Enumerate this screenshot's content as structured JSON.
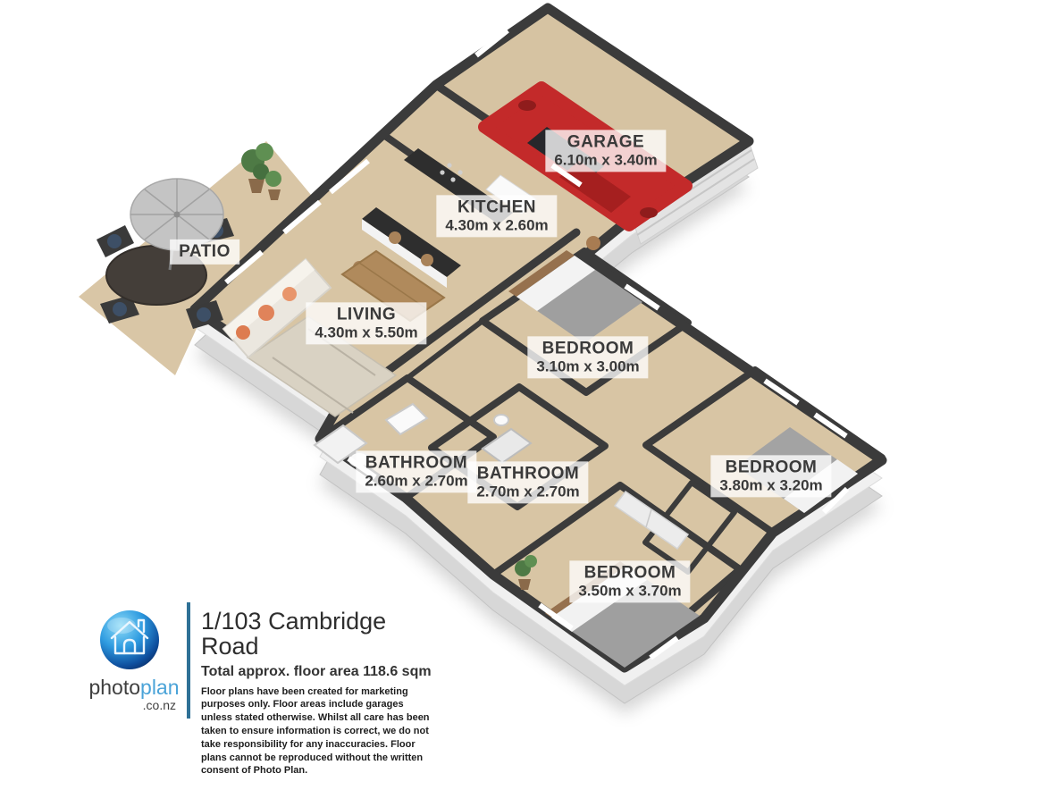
{
  "address": {
    "title": "1/103 Cambridge Road",
    "area_line": "Total approx. floor area 118.6 sqm",
    "disclaimer": "Floor plans have been created for marketing purposes only. Floor areas include garages unless stated otherwise. Whilst all care has been taken to ensure information is correct, we do not take responsibility for any inaccuracies. Floor plans cannot be reproduced without the written consent of Photo Plan."
  },
  "logo": {
    "icon": "house-icon",
    "brand_primary": "photo",
    "brand_secondary": "plan",
    "domain": ".co.nz"
  },
  "rooms": [
    {
      "id": "garage",
      "name": "GARAGE",
      "dims": "6.10m x 3.40m"
    },
    {
      "id": "kitchen",
      "name": "KITCHEN",
      "dims": "4.30m x 2.60m"
    },
    {
      "id": "patio",
      "name": "PATIO",
      "dims": ""
    },
    {
      "id": "living",
      "name": "LIVING",
      "dims": "4.30m x 5.50m"
    },
    {
      "id": "bedroom-1",
      "name": "BEDROOM",
      "dims": "3.10m x 3.00m"
    },
    {
      "id": "bathroom-1",
      "name": "BATHROOM",
      "dims": "2.60m x 2.70m"
    },
    {
      "id": "bathroom-2",
      "name": "BATHROOM",
      "dims": "2.70m x 2.70m"
    },
    {
      "id": "bedroom-2",
      "name": "BEDROOM",
      "dims": "3.80m x 3.20m"
    },
    {
      "id": "bedroom-3",
      "name": "BEDROOM",
      "dims": "3.50m x 3.70m"
    }
  ],
  "colors": {
    "floor_tan": "#d8c5a4",
    "wall_dark": "#3b3b3b",
    "car_red": "#c32a2a",
    "brand_blue": "#2f7196",
    "counter_dark": "#2e2e2e"
  }
}
